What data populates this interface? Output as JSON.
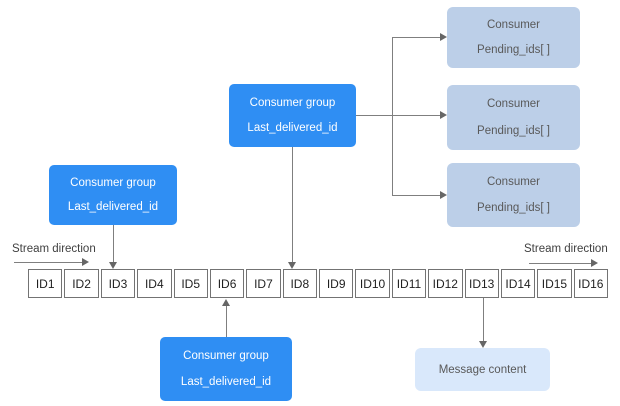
{
  "labels": {
    "stream_direction_left": "Stream direction",
    "stream_direction_right": "Stream direction",
    "message_content": "Message content"
  },
  "stream": {
    "ids": [
      "ID1",
      "ID2",
      "ID3",
      "ID4",
      "ID5",
      "ID6",
      "ID7",
      "ID8",
      "ID9",
      "ID10",
      "ID11",
      "ID12",
      "ID13",
      "ID14",
      "ID15",
      "ID16"
    ]
  },
  "consumer_groups": [
    {
      "title": "Consumer group",
      "subtitle": "Last_delivered_id"
    },
    {
      "title": "Consumer group",
      "subtitle": "Last_delivered_id"
    },
    {
      "title": "Consumer group",
      "subtitle": "Last_delivered_id"
    }
  ],
  "consumers": [
    {
      "title": "Consumer",
      "subtitle": "Pending_ids[ ]"
    },
    {
      "title": "Consumer",
      "subtitle": "Pending_ids[ ]"
    },
    {
      "title": "Consumer",
      "subtitle": "Pending_ids[ ]"
    }
  ],
  "colors": {
    "consumer_group_fill": "#2f8ef3",
    "consumer_fill": "#bccfe8",
    "message_fill": "#d9e8fb",
    "connector": "#7f7f7f",
    "box_text": "#595959"
  }
}
